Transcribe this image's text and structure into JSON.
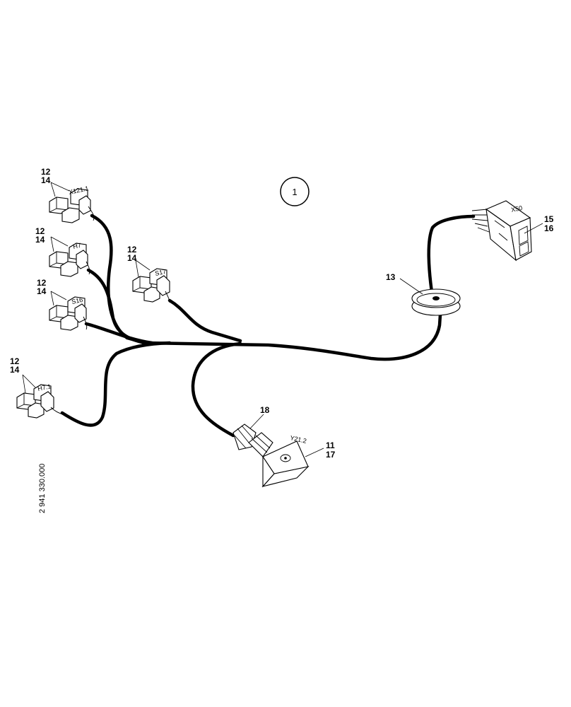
{
  "callout": "1",
  "drawing_number": "2 941 330.000",
  "connectors": [
    {
      "id": "x121",
      "code": "X121.1",
      "item_a": "12",
      "item_b": "14"
    },
    {
      "id": "h7",
      "code": "H7",
      "item_a": "12",
      "item_b": "14"
    },
    {
      "id": "s16",
      "code": "S16",
      "item_a": "12",
      "item_b": "14"
    },
    {
      "id": "s17",
      "code": "S17",
      "item_a": "12",
      "item_b": "14"
    },
    {
      "id": "h71",
      "code": "H7.1",
      "item_a": "12",
      "item_b": "14"
    }
  ],
  "x50": {
    "code": "X50",
    "item_a": "15",
    "item_b": "16"
  },
  "grommet": {
    "item": "13"
  },
  "valve": {
    "code": "Y21.2",
    "item_plug": "18",
    "item_a": "11",
    "item_b": "17"
  }
}
